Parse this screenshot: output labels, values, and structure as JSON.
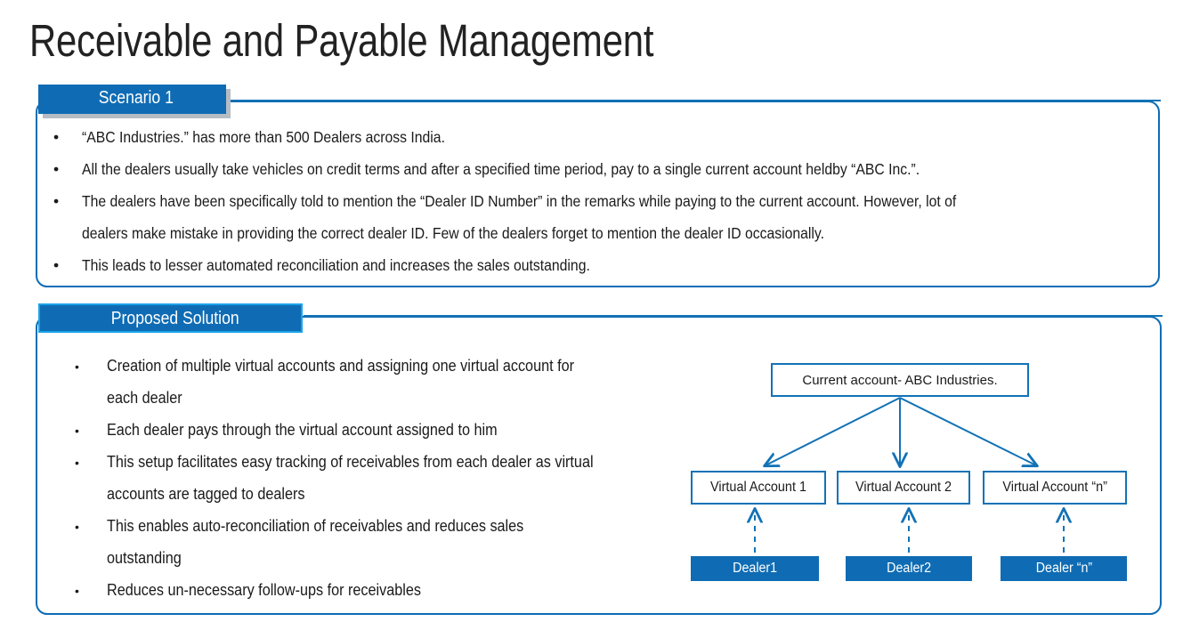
{
  "title": "Receivable and Payable Management",
  "scenario": {
    "tab_label": "Scenario 1",
    "bullets": [
      {
        "line1": "“ABC Industries.” has more than 500 Dealers across India.",
        "line2": ""
      },
      {
        "line1": "All the dealers usually take vehicles on credit terms and after a specified time period, pay to a single current account heldby “ABC Inc.”.",
        "line2": ""
      },
      {
        "line1": "The dealers have been specifically told to mention the “Dealer ID Number” in the remarks while paying to the current account. However, lot of",
        "line2": "dealers make mistake in providing the correct dealer ID. Few of the dealers forget to mention the dealer ID occasionally."
      },
      {
        "line1": "This leads to lesser automated reconciliation and increases the sales outstanding.",
        "line2": ""
      }
    ]
  },
  "solution": {
    "tab_label": "Proposed Solution",
    "bullets": [
      {
        "line1": "Creation of multiple virtual accounts and assigning one virtual account for",
        "line2": "each dealer"
      },
      {
        "line1": "Each dealer pays through the virtual account assigned to him",
        "line2": ""
      },
      {
        "line1": "This setup facilitates easy tracking of receivables from each dealer as virtual",
        "line2": "accounts are tagged to dealers"
      },
      {
        "line1": "This enables auto-reconciliation of receivables and reduces sales",
        "line2": "outstanding"
      },
      {
        "line1": "Reduces un-necessary follow-ups for receivables",
        "line2": ""
      }
    ]
  },
  "diagram": {
    "current_account": "Current account- ABC Industries.",
    "virtual_accounts": [
      "Virtual Account 1",
      "Virtual Account 2",
      "Virtual Account “n”"
    ],
    "dealers": [
      "Dealer1",
      "Dealer2",
      "Dealer “n”"
    ]
  },
  "colors": {
    "brand_blue": "#0f6cb4",
    "line_blue": "#1272b6",
    "tab_outline_cyan": "#1aa3e8",
    "tab_shadow_gray": "#b6bcc4",
    "text": "#1a1a1a"
  }
}
